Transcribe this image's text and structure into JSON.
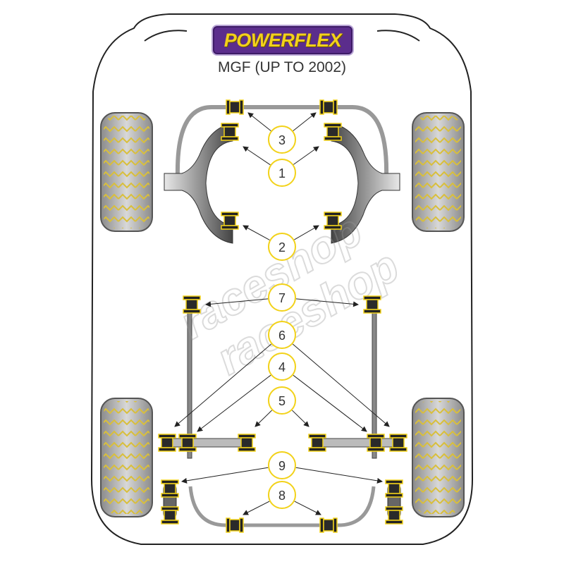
{
  "logo": {
    "brand": "POWERFLEX"
  },
  "title": "MGF (UP TO 2002)",
  "watermark": "raceshop",
  "callouts": {
    "c1": "1",
    "c2": "2",
    "c3": "3",
    "c4": "4",
    "c5": "5",
    "c6": "6",
    "c7": "7",
    "c8": "8",
    "c9": "9"
  },
  "colors": {
    "bush_yellow": "#f2d21a",
    "callout_ring": "#f2d21a",
    "logo_purple": "#5b2d8c",
    "body_outline": "#222222"
  }
}
